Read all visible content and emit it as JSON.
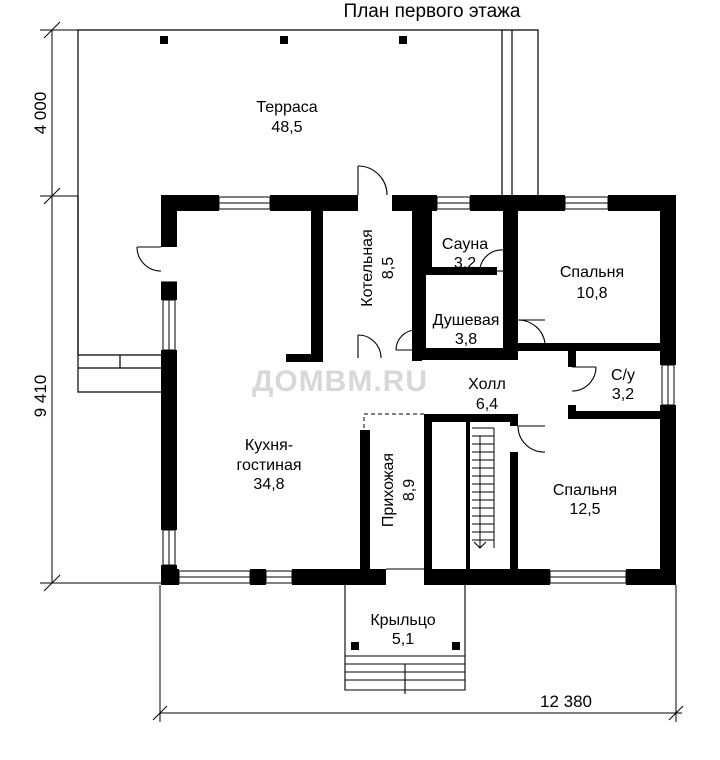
{
  "title": "План первого этажа",
  "watermark": "ДОМВМ.RU",
  "rooms": {
    "terrace": {
      "name": "Терраса",
      "area": "48,5"
    },
    "boiler": {
      "name": "Котельная",
      "area": "8,5"
    },
    "sauna": {
      "name": "Сауна",
      "area": "3,2"
    },
    "shower": {
      "name": "Душевая",
      "area": "3,8"
    },
    "bedroom1": {
      "name": "Спальня",
      "area": "10,8"
    },
    "wc": {
      "name": "С/у",
      "area": "3,2"
    },
    "hall": {
      "name": "Холл",
      "area": "6,4"
    },
    "kitchen": {
      "name_line1": "Кухня-",
      "name_line2": "гостиная",
      "area": "34,8"
    },
    "entrance": {
      "name": "Прихожая",
      "area": "8,9"
    },
    "bedroom2": {
      "name": "Спальня",
      "area": "12,5"
    },
    "porch": {
      "name": "Крыльцо",
      "area": "5,1"
    }
  },
  "dimensions": {
    "terrace_depth": "4 000",
    "house_depth": "9 410",
    "house_width": "12 380"
  }
}
